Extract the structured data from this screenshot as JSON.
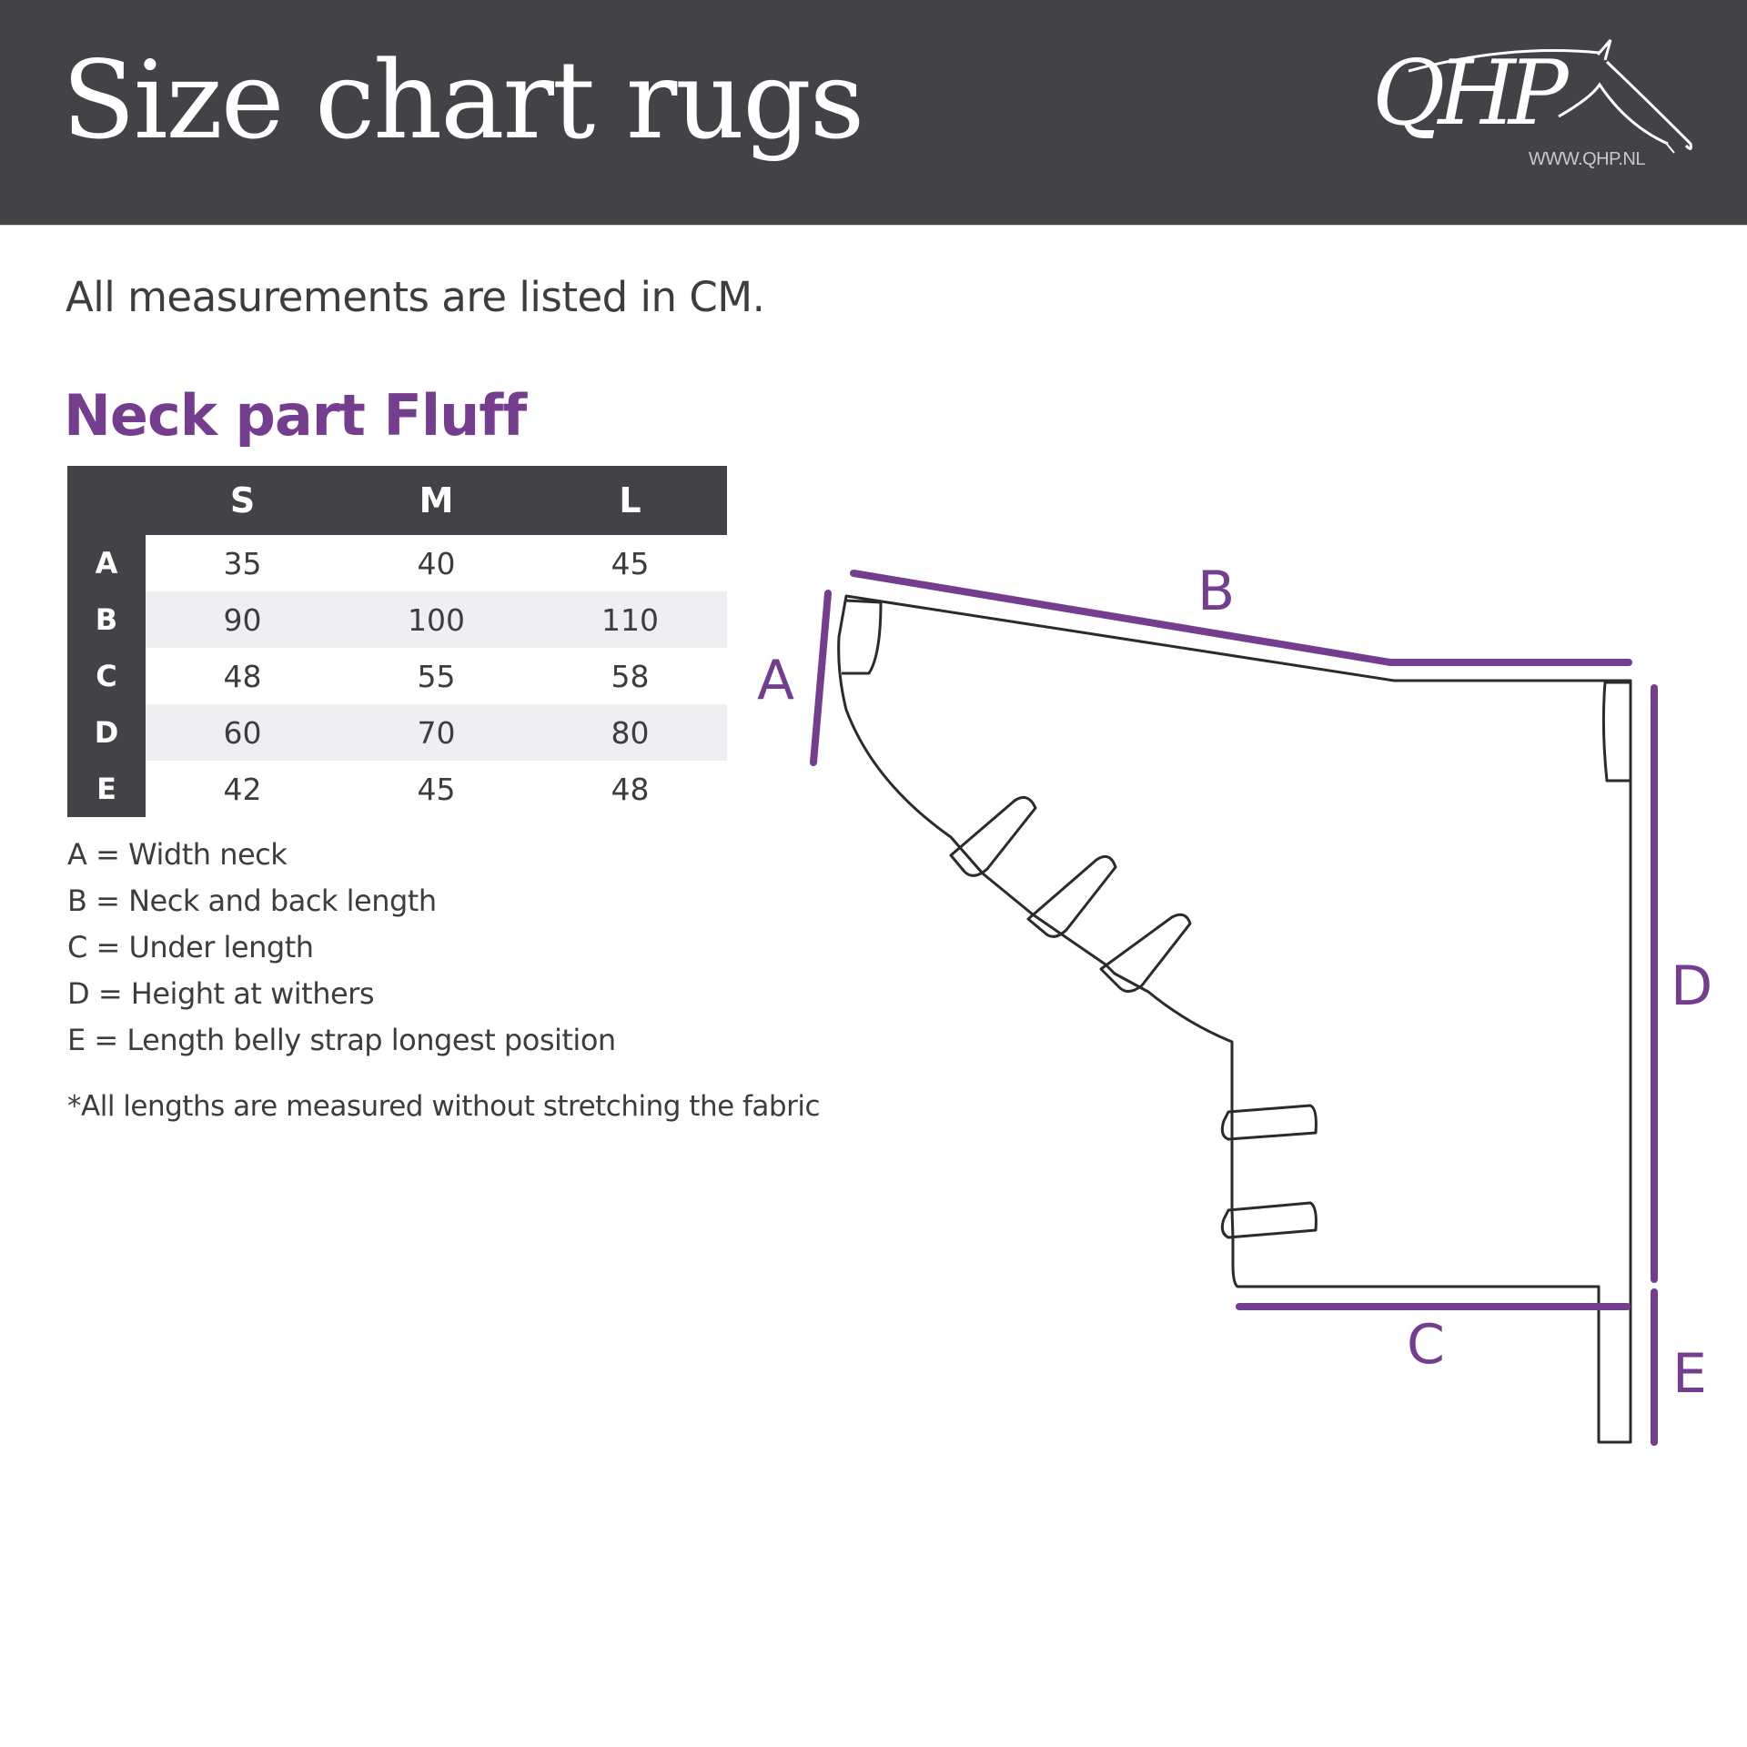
{
  "header": {
    "title": "Size chart rugs",
    "logo": {
      "brand": "QHP",
      "url": "WWW.QHP.NL",
      "icon": "horse-head-icon"
    }
  },
  "subtitle": "All measurements are listed in CM.",
  "section_title": "Neck part Fluff",
  "colors": {
    "accent": "#743d8e",
    "header_bg": "#434247",
    "row_alt": "#efeff1",
    "text": "#3d3d40"
  },
  "table": {
    "columns": [
      "S",
      "M",
      "L"
    ],
    "rows": [
      {
        "key": "A",
        "values": [
          "35",
          "40",
          "45"
        ]
      },
      {
        "key": "B",
        "values": [
          "90",
          "100",
          "110"
        ]
      },
      {
        "key": "C",
        "values": [
          "48",
          "55",
          "58"
        ]
      },
      {
        "key": "D",
        "values": [
          "60",
          "70",
          "80"
        ]
      },
      {
        "key": "E",
        "values": [
          "42",
          "45",
          "48"
        ]
      }
    ]
  },
  "legend": [
    "A = Width neck",
    "B = Neck and back length",
    "C = Under length",
    "D = Height at withers",
    "E = Length belly strap longest position"
  ],
  "footnote": "*All lengths are measured without stretching the fabric",
  "diagram": {
    "labels": {
      "A": "A",
      "B": "B",
      "C": "C",
      "D": "D",
      "E": "E"
    }
  }
}
